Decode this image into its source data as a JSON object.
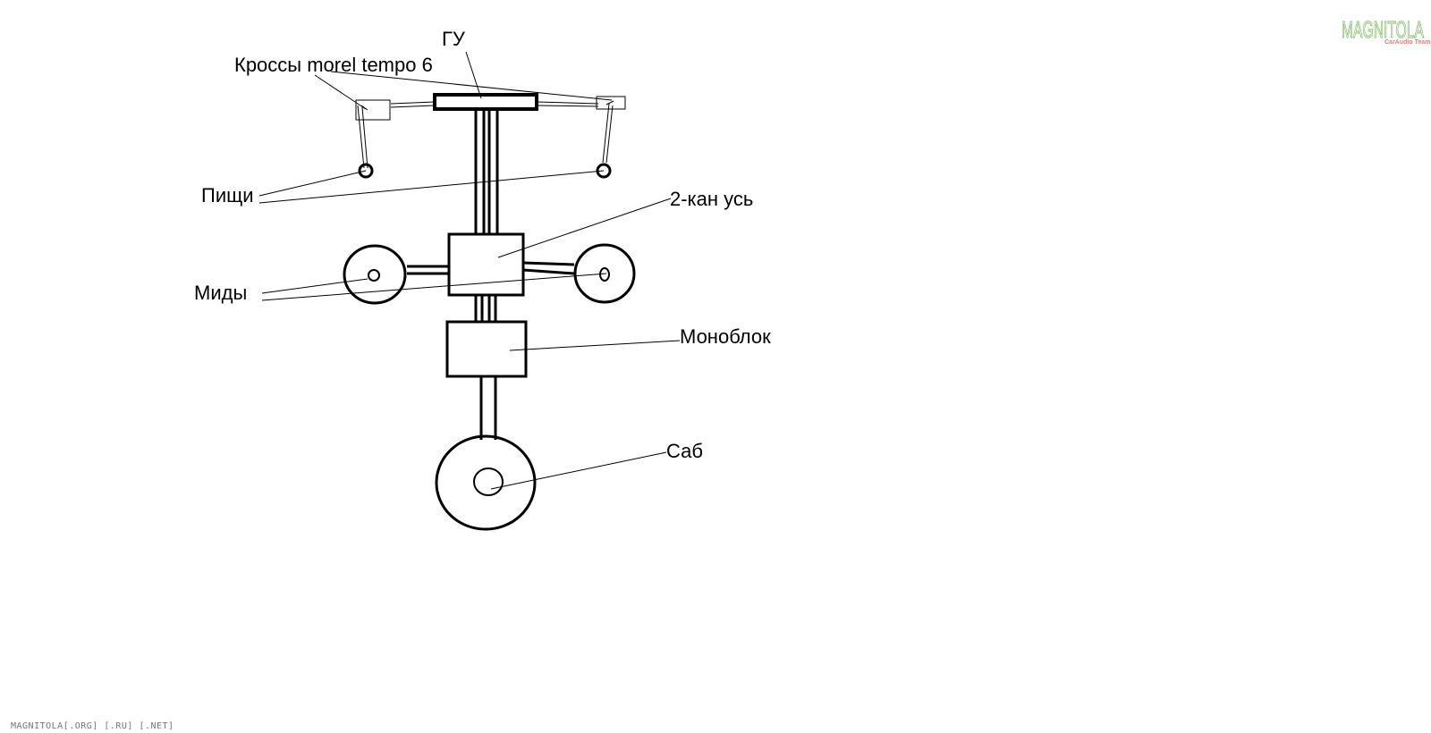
{
  "labels": {
    "head_unit": "ГУ",
    "crossovers": "Кроссы morel tempo 6",
    "tweeters": "Пищи",
    "amp_2ch": "2-кан усь",
    "mids": "Миды",
    "monoblock": "Моноблок",
    "sub": "Саб"
  },
  "watermark": {
    "logo": "MAGNITOLA",
    "logo_sub": "CarAudio Team",
    "footer": "MAGNITOLA[.ORG] [.RU] [.NET]"
  }
}
